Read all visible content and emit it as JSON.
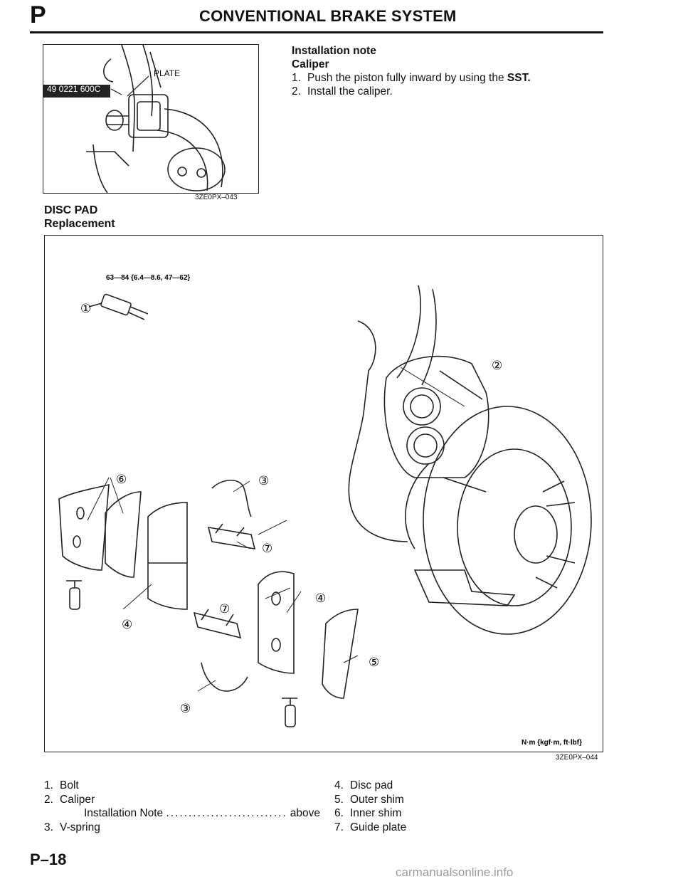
{
  "header": {
    "section_letter": "P",
    "title": "CONVENTIONAL BRAKE SYSTEM"
  },
  "figure1": {
    "tool_label": "49 0221 600C",
    "plate_label": "PLATE",
    "code": "3ZE0PX–043"
  },
  "installation": {
    "heading": "Installation note",
    "subheading": "Caliper",
    "step1_num": "1.",
    "step1_text": "Push the piston fully inward by using the ",
    "step1_bold": "SST.",
    "step2_num": "2.",
    "step2_text": "Install the caliper."
  },
  "disc_pad": {
    "title": "DISC PAD",
    "subtitle": "Replacement"
  },
  "figure2": {
    "torque": "63—84 {6.4—8.6, 47—62}",
    "units": "N·m {kgf·m, ft·lbf}",
    "code": "3ZE0PX–044",
    "callouts": [
      "①",
      "②",
      "③",
      "④",
      "⑤",
      "⑥",
      "⑦"
    ]
  },
  "parts": {
    "p1_num": "1.",
    "p1": "Bolt",
    "p2_num": "2.",
    "p2": "Caliper",
    "p2_note": "Installation Note",
    "p2_dots": "................................",
    "p2_ref": "above",
    "p3_num": "3.",
    "p3": "V-spring",
    "p4_num": "4.",
    "p4": "Disc pad",
    "p5_num": "5.",
    "p5": "Outer shim",
    "p6_num": "6.",
    "p6": "Inner shim",
    "p7_num": "7.",
    "p7": "Guide plate"
  },
  "footer": {
    "page_number": "P–18",
    "watermark": "carmanualsonline.info"
  }
}
